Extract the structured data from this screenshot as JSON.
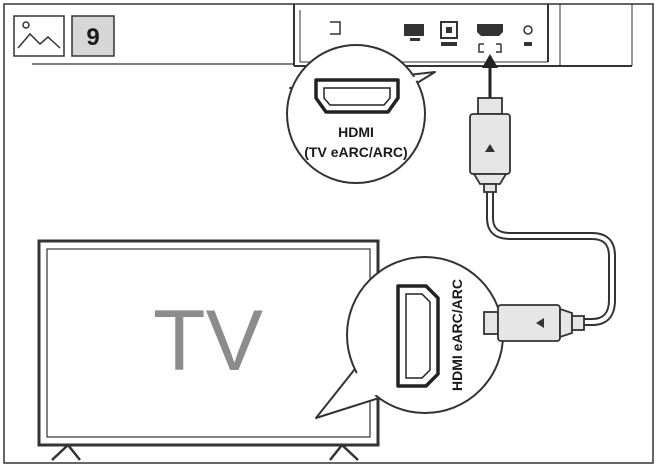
{
  "step": {
    "number": "9",
    "icon": "image-icon"
  },
  "soundbar": {
    "port_label": "HDMI",
    "port_sublabel": "(TV eARC/ARC)"
  },
  "tv": {
    "label": "TV",
    "port_label": "HDMI eARC/ARC"
  },
  "colors": {
    "stroke": "#222222",
    "tv_text": "#8c8c8c",
    "badge_bg": "#d6d6d6",
    "plug_fill": "#e6e6e6"
  }
}
